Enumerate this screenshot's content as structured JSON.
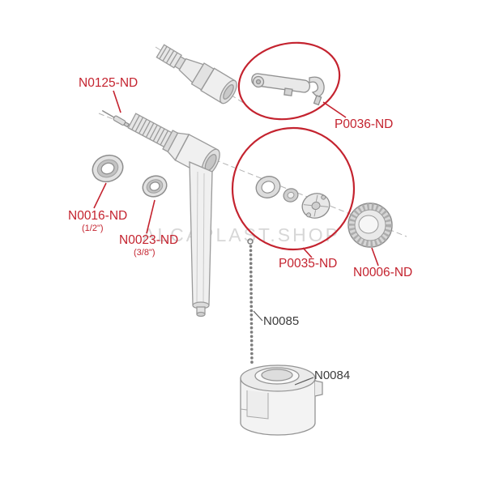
{
  "watermark": "ALCAPLAST.SHOP",
  "labels": {
    "n0125": "N0125-ND",
    "n0016": "N0016-ND",
    "n0016_size": "(1/2\")",
    "n0023": "N0023-ND",
    "n0023_size": "(3/8\")",
    "p0036": "P0036-ND",
    "p0035": "P0035-ND",
    "n0006": "N0006-ND",
    "n0085": "N0085",
    "n0084": "N0084"
  },
  "colors": {
    "callout_red": "#c4232f",
    "drawing_grey": "#9a9a9a",
    "label_dark": "#3c3c3c",
    "watermark_grey": "#d7d7d7"
  }
}
